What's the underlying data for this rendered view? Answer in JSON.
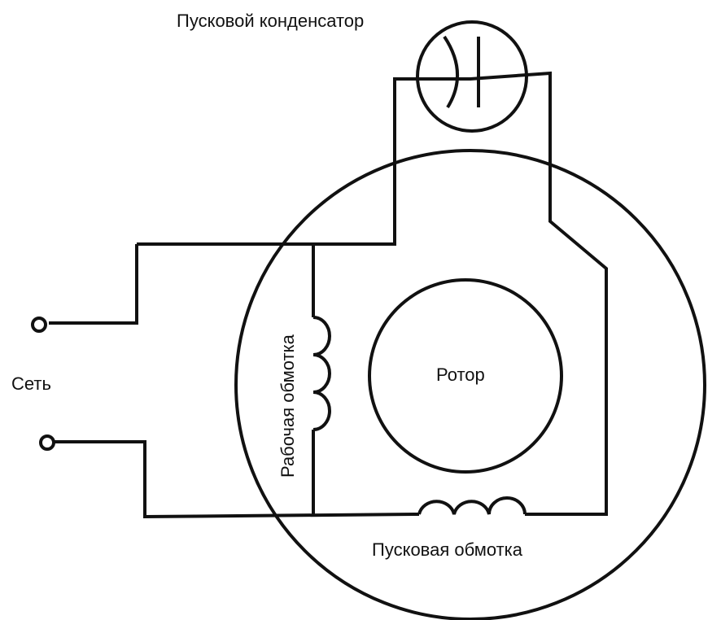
{
  "labels": {
    "start_capacitor": "Пусковой конденсатор",
    "network": "Сеть",
    "rotor": "Ротор",
    "working_winding": "Рабочая обмотка",
    "start_winding": "Пусковая обмотка"
  },
  "colors": {
    "line": "#111111",
    "background": "#ffffff"
  }
}
